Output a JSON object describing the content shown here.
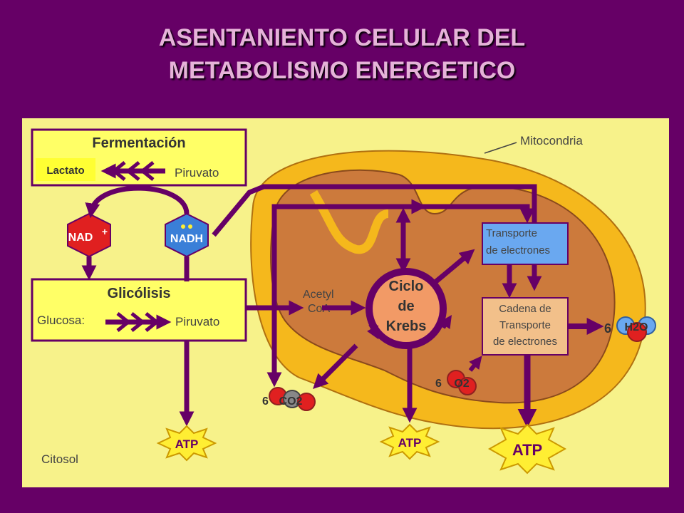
{
  "title": {
    "line1": "ASENTANIENTO CELULAR DEL",
    "line2": "METABOLISMO ENERGETICO"
  },
  "labels": {
    "fermentacion": "Fermentación",
    "lactato": "Lactato",
    "piruvato_ferm": "Piruvato",
    "mitocondria": "Mitocondria",
    "nad": "NAD",
    "nad_sup": "+",
    "nadh": "NADH",
    "glicolisis": "Glicólisis",
    "glucosa": "Glucosa:",
    "piruvato_gluc": "Piruvato",
    "acetyl": "Acetyl",
    "coa": "CoA",
    "krebs": [
      "Ciclo",
      "de",
      "Krebs"
    ],
    "transporte": [
      "Transporte",
      "de electrones"
    ],
    "cadena": [
      "Cadena de",
      "Transporte",
      "de electrones"
    ],
    "h2o_coef": "6",
    "h2o": "H2O",
    "o2_coef": "6",
    "o2": "O2",
    "co2_coef": "6",
    "co2": "CO2",
    "atp1": "ATP",
    "atp2": "ATP",
    "atp3": "ATP",
    "citosol": "Citosol"
  },
  "colors": {
    "background": "#660066",
    "panel": "#f7f28a",
    "box": "#ffff66",
    "mito_outer": "#f5b81c",
    "mito_inner": "#cc7a3c",
    "arrow": "#660066",
    "nad": "#e02020",
    "nadh": "#3a7fd8",
    "krebs": "#f29a66",
    "transporte": "#6aa8f0",
    "cadena": "#f2c08a",
    "atp": "#ffee33"
  }
}
